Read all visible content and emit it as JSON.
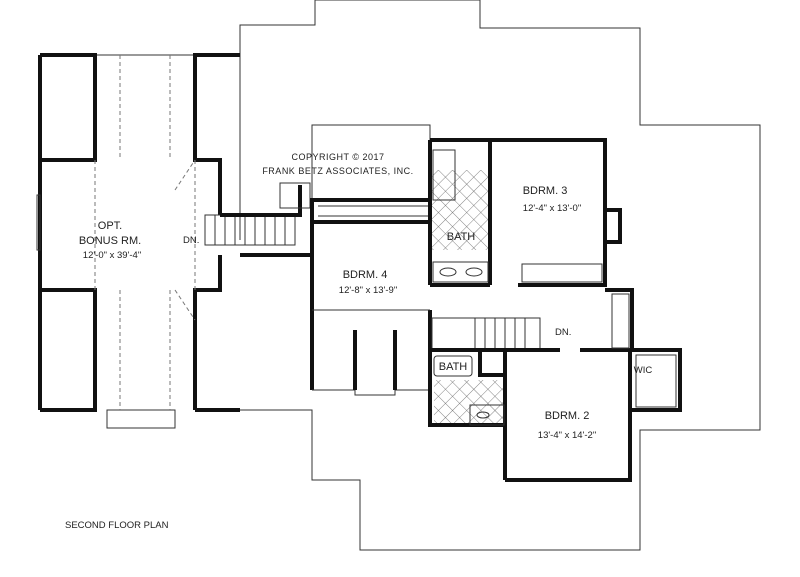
{
  "title": "SECOND FLOOR PLAN",
  "copyright": {
    "line1": "COPYRIGHT © 2017",
    "line2": "FRANK BETZ ASSOCIATES, INC."
  },
  "rooms": {
    "bonus": {
      "line1": "OPT.",
      "line2": "BONUS RM.",
      "dims": "12'-0\" x 39'-4\""
    },
    "bdrm3": {
      "name": "BDRM. 3",
      "dims": "12'-4\" x 13'-0\""
    },
    "bdrm4": {
      "name": "BDRM. 4",
      "dims": "12'-8\" x 13'-9\""
    },
    "bdrm2": {
      "name": "BDRM. 2",
      "dims": "13'-4\" x 14'-2\""
    },
    "bath_upper": {
      "name": "BATH"
    },
    "bath_lower": {
      "name": "BATH"
    },
    "wic": {
      "name": "WIC"
    }
  },
  "stairs": {
    "left_label": "DN.",
    "right_label": "DN."
  }
}
